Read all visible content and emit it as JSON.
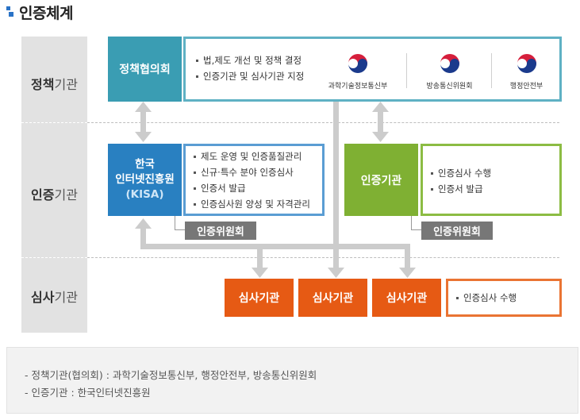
{
  "title": "인증체계",
  "levels": {
    "policy": {
      "bold": "정책",
      "rest": "기관"
    },
    "certification": {
      "bold": "인증",
      "rest": "기관"
    },
    "audit": {
      "bold": "심사",
      "rest": "기관"
    }
  },
  "policy_council": {
    "label": "정책협의회",
    "bullets": [
      "법,제도 개선 및 정책 결정",
      "인증기관 및 심사기관 지정"
    ],
    "ministries": [
      "과학기술정보통신부",
      "방송통신위원회",
      "행정안전부"
    ]
  },
  "kisa": {
    "line1": "한국",
    "line2": "인터넷진흥원",
    "line3": "(KISA)",
    "bullets": [
      "제도 운영 및 인증품질관리",
      "신규·특수 분야 인증심사",
      "인증서 발급",
      "인증심사원 양성 및 자격관리"
    ],
    "committee": "인증위원회"
  },
  "cert_body": {
    "label": "인증기관",
    "bullets": [
      "인증심사 수행",
      "인증서 발급"
    ],
    "committee": "인증위원회"
  },
  "audit_bodies": {
    "labels": [
      "심사기관",
      "심사기관",
      "심사기관"
    ],
    "bullets": [
      "인증심사 수행"
    ]
  },
  "notes": [
    "- 정책기관(협의회) : 과학기술정보통신부, 행정안전부, 방송통신위원회",
    "- 인증기관 : 한국인터넷진흥원"
  ],
  "colors": {
    "policy_block": "#3a9db3",
    "kisa_block": "#2980c1",
    "cert_block": "#7fb033",
    "audit_block": "#e65a14",
    "arrow": "#cccccc",
    "committee": "#777777"
  }
}
